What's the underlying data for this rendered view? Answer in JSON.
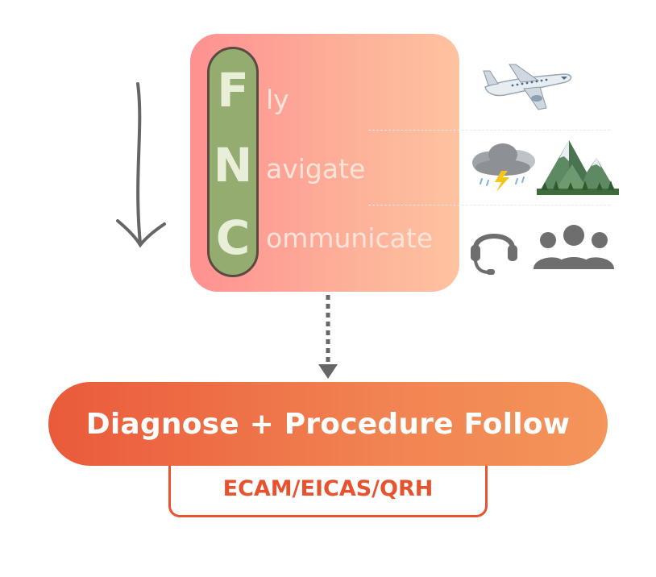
{
  "fnc": {
    "rows": [
      {
        "letter": "F",
        "rest": "ly",
        "icons": [
          "airplane-icon"
        ]
      },
      {
        "letter": "N",
        "rest": "avigate",
        "icons": [
          "storm-cloud-icon",
          "mountains-icon"
        ]
      },
      {
        "letter": "C",
        "rest": "ommunicate",
        "icons": [
          "headset-icon",
          "group-icon"
        ]
      }
    ]
  },
  "main": {
    "label": "Diagnose + Procedure Follow",
    "sub_label": "ECAM/EICAS/QRH"
  },
  "colors": {
    "card_start": "#fe9191",
    "card_end": "#fec3a0",
    "pill_green": "#94ac70",
    "accent": "#e8532f",
    "icon_grey": "#6e6e6e"
  }
}
